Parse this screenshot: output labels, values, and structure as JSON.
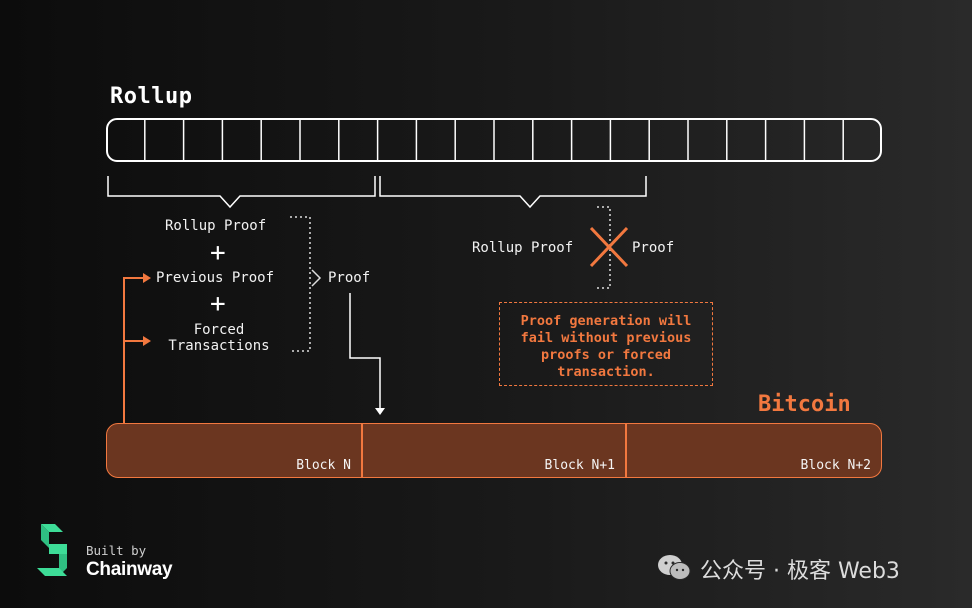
{
  "title": "Rollup",
  "left_group": {
    "rollup_proof": "Rollup Proof",
    "plus": "+",
    "previous_proof": "Previous Proof",
    "forced_line1": "Forced",
    "forced_line2": "Transactions",
    "proof": "Proof"
  },
  "right_group": {
    "rollup_proof": "Rollup Proof",
    "proof": "Proof"
  },
  "note": {
    "line1": "Proof generation will",
    "line2": "fail without previous",
    "line3": "proofs or forced",
    "line4": "transaction."
  },
  "bitcoin": {
    "title": "Bitcoin",
    "blocks": [
      "Block N",
      "Block N+1",
      "Block N+2"
    ]
  },
  "branding": {
    "built_by": "Built by",
    "name": "Chainway"
  },
  "watermark": "公众号 · 极客 Web3",
  "icons": [
    "chainway-logo-icon",
    "cross-icon",
    "arrow-down-icon",
    "wechat-icon"
  ],
  "colors": {
    "accent": "#f2783f",
    "block_fill": "#6b3620",
    "logo_green": "#3ddc97"
  }
}
